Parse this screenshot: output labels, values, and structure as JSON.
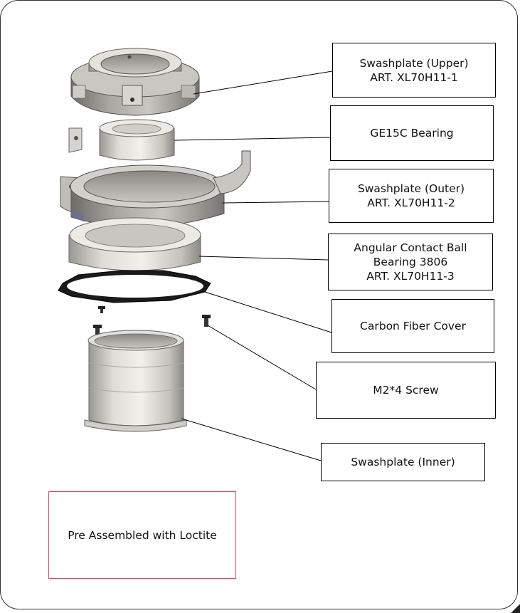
{
  "labels": {
    "swashplate_upper": {
      "line1": "Swashplate (Upper)",
      "line2": "ART. XL70H11-1"
    },
    "ge15c_bearing": {
      "line1": "GE15C Bearing"
    },
    "swashplate_outer": {
      "line1": "Swashplate (Outer)",
      "line2": "ART. XL70H11-2"
    },
    "angular_bearing": {
      "line1": "Angular Contact Ball",
      "line2": "Bearing 3806",
      "line3": "ART. XL70H11-3"
    },
    "carbon_cover": {
      "line1": "Carbon Fiber Cover"
    },
    "m2_screw": {
      "line1": "M2*4 Screw"
    },
    "swashplate_inner": {
      "line1": "Swashplate (Inner)"
    }
  },
  "note": {
    "text": "Pre Assembled with Loctite"
  },
  "colors": {
    "note_border": "#e6475a",
    "part_light": "#e8e6e0",
    "part_mid": "#bdbbb5",
    "part_dark": "#7d7b78",
    "leader_line": "#000000"
  }
}
